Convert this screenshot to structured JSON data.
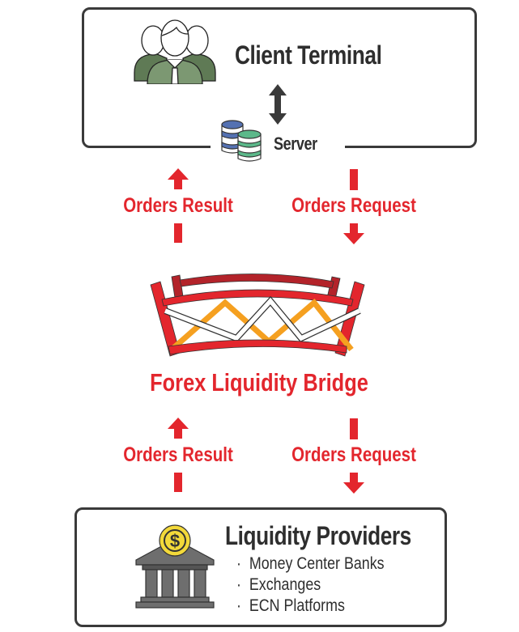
{
  "colors": {
    "accent_red": "#e3262d",
    "dark_red": "#b3232a",
    "orange": "#f5a020",
    "text_dark": "#2e2e2e",
    "people_green": "#7a9670",
    "db_blue": "#5471b2",
    "db_green": "#5cb88a",
    "coin_yellow": "#f3d93a",
    "bank_gray": "#6e6e6e"
  },
  "client": {
    "title": "Client Terminal",
    "icon": "users-icon",
    "link_icon": "bidirectional-arrow-icon",
    "server_label": "Server",
    "server_icon": "database-icon"
  },
  "upper_flow": {
    "result_label": "Orders Result",
    "request_label": "Orders Request"
  },
  "bridge": {
    "label": "Forex Liquidity Bridge",
    "icon": "bridge-icon"
  },
  "lower_flow": {
    "result_label": "Orders Result",
    "request_label": "Orders Request"
  },
  "providers": {
    "title": "Liquidity Providers",
    "icon": "bank-icon",
    "bullet": "·",
    "items": [
      "Money Center Banks",
      "Exchanges",
      "ECN Platforms"
    ]
  }
}
